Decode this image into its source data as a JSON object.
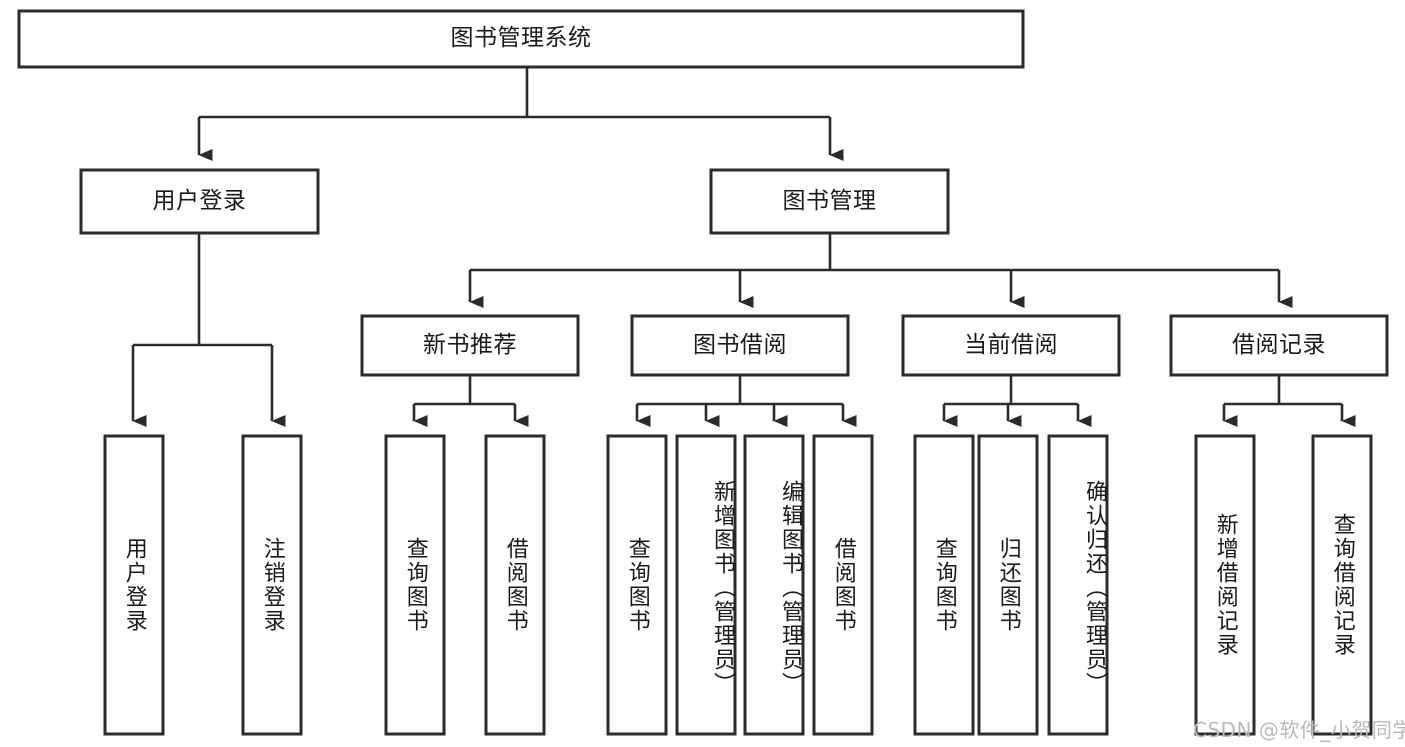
{
  "diagram": {
    "type": "tree-hierarchy",
    "title": "图书管理系统",
    "orientation": "top-down",
    "colors": {
      "box_fill": "#ffffff",
      "box_stroke": "#2b2b2b",
      "connector": "#2b2b2b",
      "text": "#1a1a1a",
      "watermark": "#b9b9b9",
      "background": "#ffffff"
    },
    "levels": {
      "root": {
        "label": "图书管理系统"
      },
      "level2": [
        {
          "id": "user-login",
          "label": "用户登录"
        },
        {
          "id": "book-management",
          "label": "图书管理"
        }
      ],
      "level3": [
        {
          "id": "new-book-recommend",
          "label": "新书推荐",
          "parent": "book-management"
        },
        {
          "id": "book-borrow",
          "label": "图书借阅",
          "parent": "book-management"
        },
        {
          "id": "current-borrow",
          "label": "当前借阅",
          "parent": "book-management"
        },
        {
          "id": "borrow-record",
          "label": "借阅记录",
          "parent": "book-management"
        }
      ],
      "leaves": {
        "user-login": [
          {
            "id": "leaf-user-login",
            "label": "用户登录"
          },
          {
            "id": "leaf-logout",
            "label": "注销登录"
          }
        ],
        "new-book-recommend": [
          {
            "id": "leaf-query-book-1",
            "label": "查询图书"
          },
          {
            "id": "leaf-borrow-book-1",
            "label": "借阅图书"
          }
        ],
        "book-borrow": [
          {
            "id": "leaf-query-book-2",
            "label": "查询图书"
          },
          {
            "id": "leaf-add-book",
            "label": "新增图书（管理员）"
          },
          {
            "id": "leaf-edit-book",
            "label": "编辑图书（管理员）"
          },
          {
            "id": "leaf-borrow-book-2",
            "label": "借阅图书"
          }
        ],
        "current-borrow": [
          {
            "id": "leaf-query-book-3",
            "label": "查询图书"
          },
          {
            "id": "leaf-return-book",
            "label": "归还图书"
          },
          {
            "id": "leaf-confirm-return",
            "label": "确认归还（管理员）"
          }
        ],
        "borrow-record": [
          {
            "id": "leaf-add-record",
            "label": "新增借阅记录"
          },
          {
            "id": "leaf-query-record",
            "label": "查询借阅记录"
          }
        ]
      }
    }
  },
  "watermark": {
    "text": "CSDN @软件_小贺同学"
  }
}
